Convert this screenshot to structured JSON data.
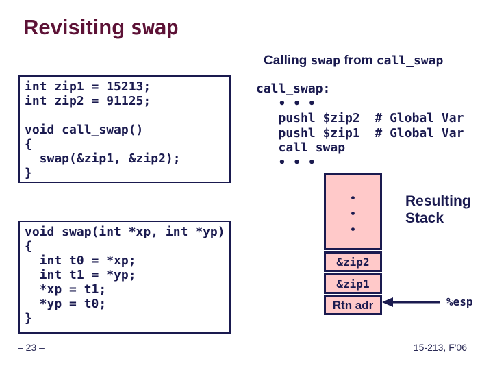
{
  "slide": {
    "title": {
      "text_sans": "Revisiting ",
      "text_mono": "swap"
    },
    "subtitle": {
      "part1": "Calling ",
      "mono1": "swap",
      "part2": " from ",
      "mono2": "call_swap"
    },
    "code_box1": "int zip1 = 15213;\nint zip2 = 91125;\n\nvoid call_swap()\n{\n  swap(&zip1, &zip2);\n}",
    "code_box2": "void swap(int *xp, int *yp)\n{\n  int t0 = *xp;\n  int t1 = *yp;\n  *xp = t1;\n  *yp = t0;\n}",
    "assembly": "call_swap:\n   • • •\n   pushl $zip2  # Global Var\n   pushl $zip1  # Global Var\n   call swap\n   • • •",
    "stack": {
      "dots": "•\n•\n•",
      "cells": [
        "&zip2",
        "&zip1",
        "Rtn adr"
      ],
      "label": "Resulting\nStack",
      "esp_label": "%esp"
    },
    "footer": {
      "page": "– 23 –",
      "course": "15-213, F'06"
    },
    "colors": {
      "title_maroon": "#5d1236",
      "text_navy": "#1a1a4f",
      "stack_pink": "#ffc9c9",
      "background": "#ffffff"
    }
  }
}
